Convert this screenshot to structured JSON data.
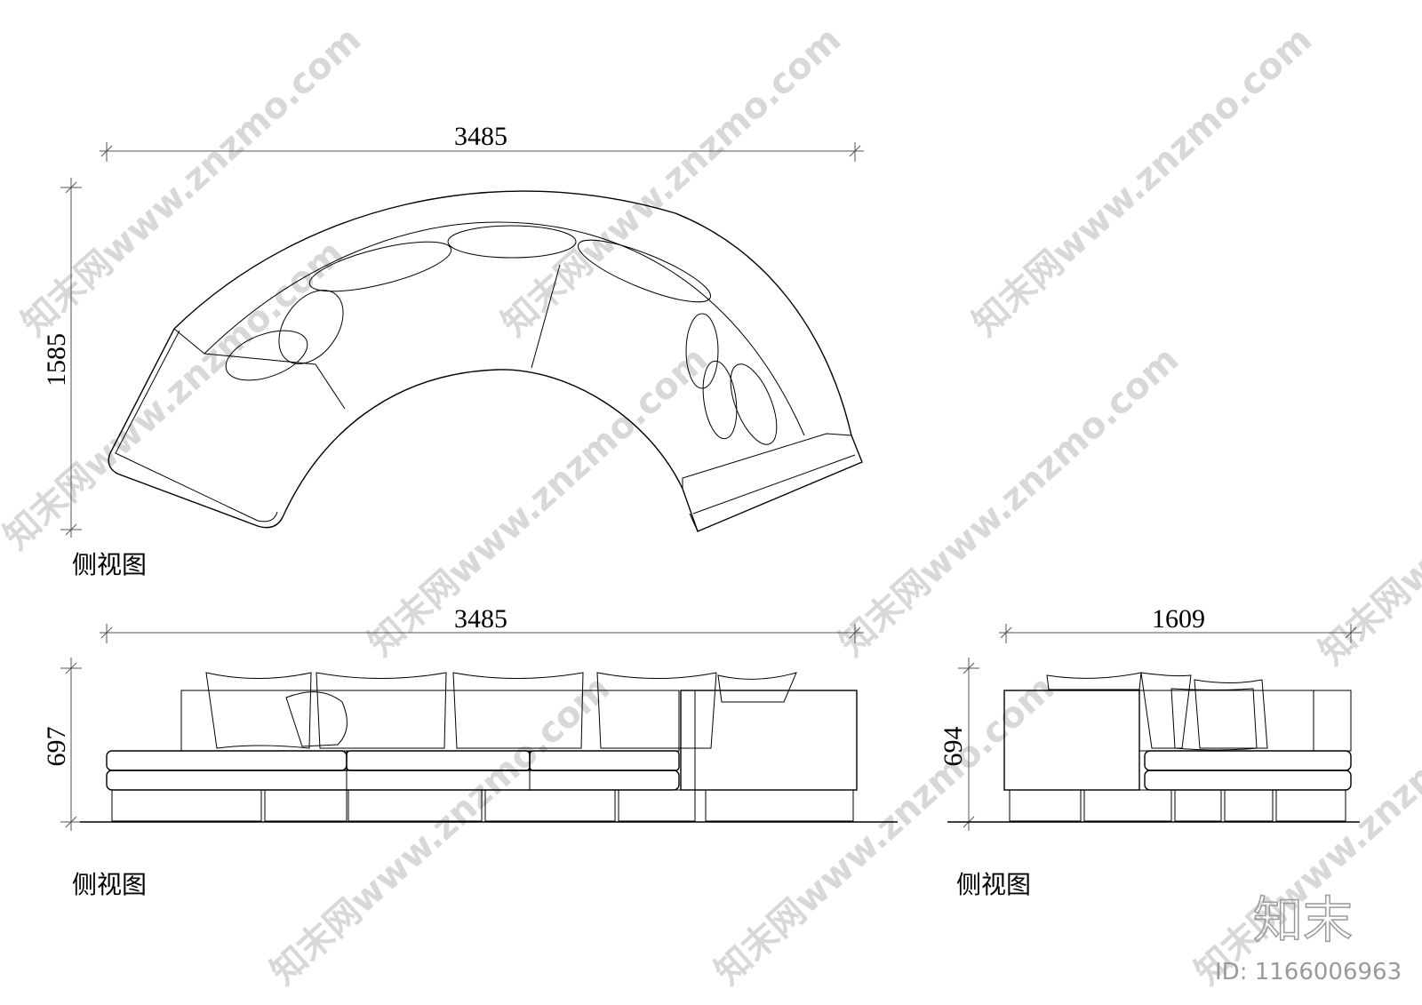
{
  "plan_view": {
    "width_dim": "3485",
    "depth_dim": "1585",
    "label": "侧视图"
  },
  "front_view": {
    "width_dim": "3485",
    "height_dim": "697",
    "label": "侧视图"
  },
  "side_view": {
    "width_dim": "1609",
    "height_dim": "694",
    "label": "侧视图"
  },
  "watermark": {
    "text": "知末网www.znzmo.com",
    "logo": "知末",
    "id_text": "ID: 1166006963"
  }
}
